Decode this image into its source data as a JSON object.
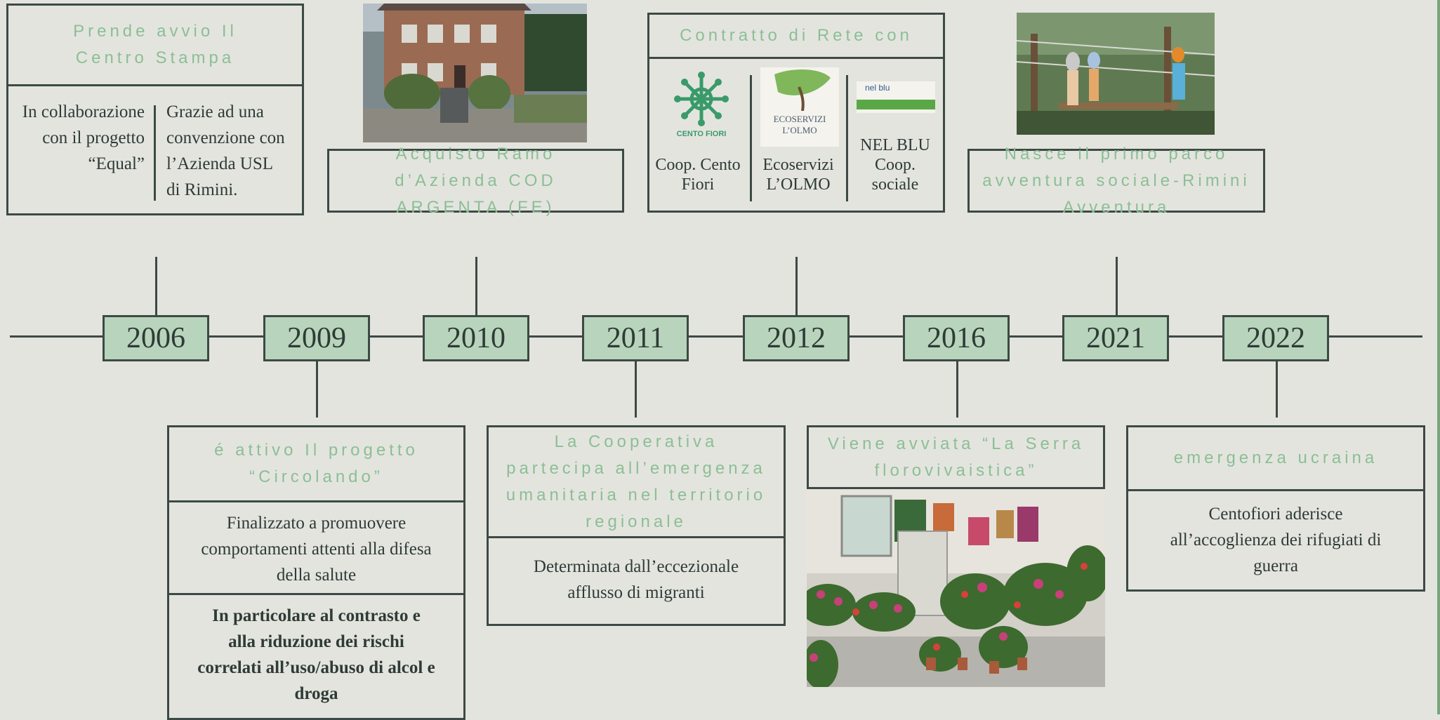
{
  "years": [
    "2006",
    "2009",
    "2010",
    "2011",
    "2012",
    "2016",
    "2021",
    "2022"
  ],
  "events": {
    "e2006": {
      "title": "Prende avvio Il Centro Stampa",
      "left_text": "In collaborazione con il progetto “Equal”",
      "right_text": "Grazie ad una convenzione con l’Azienda USL di Rimini."
    },
    "e2009": {
      "title": "é attivo Il progetto “Circolando”",
      "text1": "Finalizzato a promuovere comportamenti attenti alla difesa della salute",
      "text2": "In particolare al contrasto e alla riduzione dei rischi correlati all’uso/abuso di alcol e droga"
    },
    "e2010": {
      "title": "Acquisto Ramo d’Azienda COD ARGENTA (FE)"
    },
    "e2011": {
      "title": "La Cooperativa partecipa all’emergenza umanitaria nel territorio regionale",
      "text": "Determinata dall’eccezionale afflusso di migranti"
    },
    "e2012": {
      "title": "Contratto di Rete con",
      "partners": [
        {
          "logo_text": "CENTO FIORI",
          "name": "Coop. Cento Fiori"
        },
        {
          "logo_text": "ECOSERVIZI L’OLMO",
          "name": "Ecoservizi L’OLMO"
        },
        {
          "logo_text": "nel blu",
          "name": "NEL BLU Coop. sociale"
        }
      ]
    },
    "e2016": {
      "title": "Viene avviata “La Serra florovivaistica”"
    },
    "e2021": {
      "title": "Nasce il primo parco avventura sociale-Rimini Avventura"
    },
    "e2022": {
      "title": "emergenza ucraina",
      "text": "Centofiori aderisce all’accoglienza dei rifugiati di guerra"
    }
  },
  "colors": {
    "background": "#e4e4df",
    "year_fill": "#b9d4bc",
    "title_text": "#8bbf95",
    "border": "#3c4a45"
  }
}
